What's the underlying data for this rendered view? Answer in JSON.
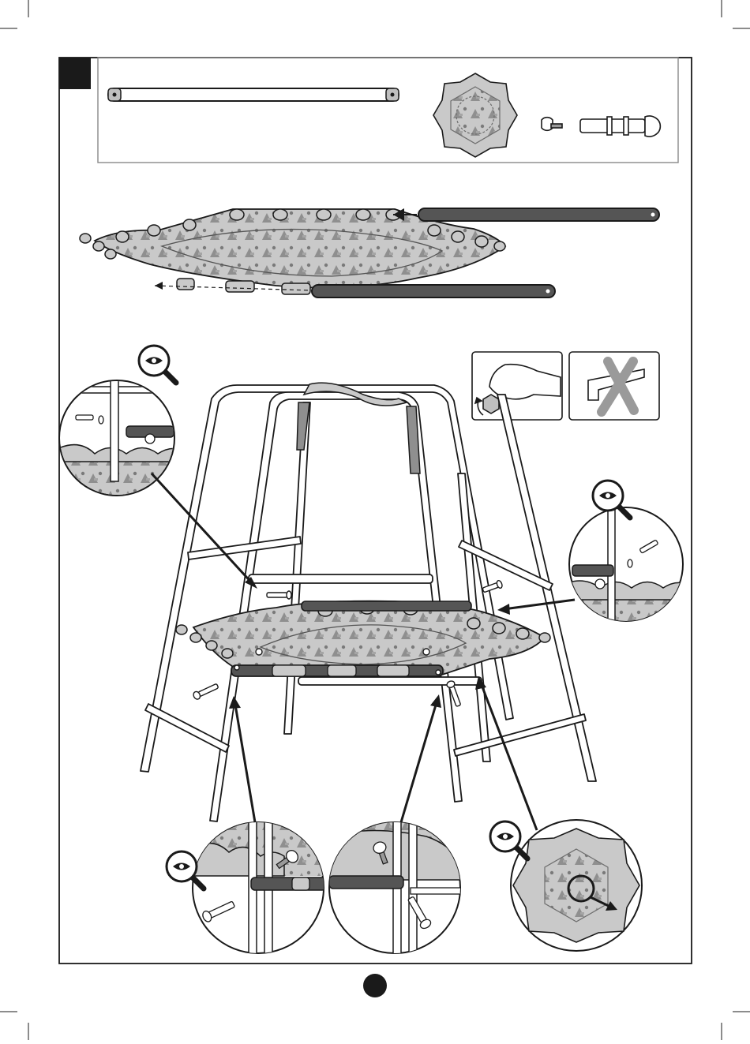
{
  "page": {
    "step_badge": "",
    "page_number": ""
  },
  "colors": {
    "ink": "#1a1a1a",
    "mat_fill": "#c9c9c9",
    "mat_pattern": "#8f8f8f",
    "tube_dark": "#555555",
    "frame_fill": "#ffffff",
    "badge_fill": "#1a1a1a",
    "cross_grey": "#9a9a9a"
  },
  "parts_box": {
    "parts": [
      {
        "name": "short-tube"
      },
      {
        "name": "center-label-sticker"
      },
      {
        "name": "bolt-and-cap-nut"
      }
    ]
  },
  "icons": {
    "eye": "eye-magnifier-icon",
    "hand": "hand-tighten-icon",
    "no_tool": "no-hex-key-icon"
  }
}
